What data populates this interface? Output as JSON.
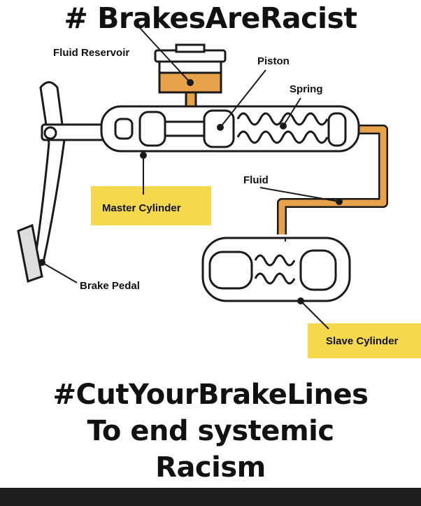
{
  "header": {
    "title": "# BrakesAreRacist"
  },
  "diagram": {
    "labels": {
      "fluid_reservoir": "Fluid Reservoir",
      "piston": "Piston",
      "spring": "Spring",
      "fluid": "Fluid",
      "master_cylinder": "Master Cylinder",
      "brake_pedal": "Brake Pedal",
      "slave_cylinder": "Slave Cylinder"
    },
    "colors": {
      "fluid": "#e8a24a",
      "highlight": "#f6d84c",
      "outline": "#1a1a1a"
    }
  },
  "caption": {
    "line1": "#CutYourBrakeLines",
    "line2": "To end systemic",
    "line3": "Racism"
  }
}
